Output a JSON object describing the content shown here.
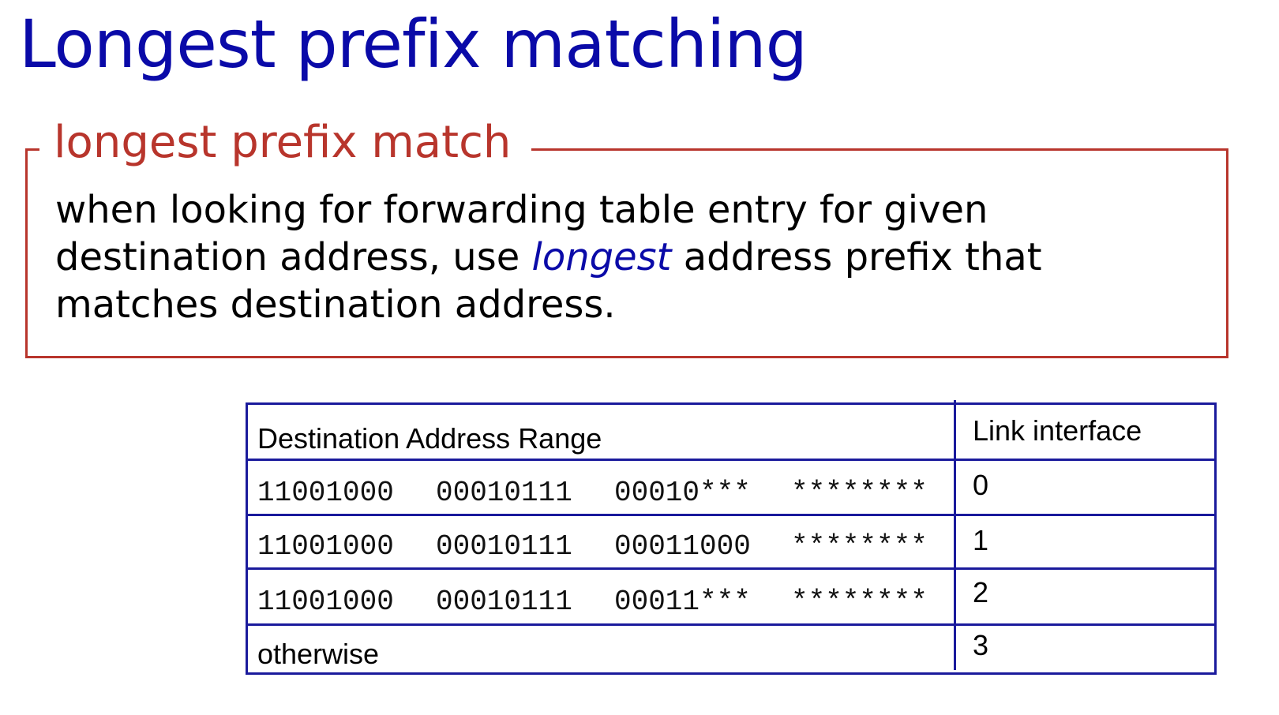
{
  "slide": {
    "title": "Longest prefix matching"
  },
  "definition": {
    "label": "longest prefix match",
    "text_before": "when looking for forwarding table entry for given destination address, use ",
    "emphasis": "longest",
    "text_after": " address prefix that matches destination address."
  },
  "table": {
    "header": {
      "range": "Destination Address Range",
      "interface": "Link interface"
    },
    "rows": [
      {
        "octets": [
          "11001000",
          "00010111",
          "00010***",
          "********"
        ],
        "interface": "0"
      },
      {
        "octets": [
          "11001000",
          "00010111",
          "00011000",
          "********"
        ],
        "interface": "1"
      },
      {
        "octets": [
          "11001000",
          "00010111",
          "00011***",
          "********"
        ],
        "interface": "2"
      }
    ],
    "otherwise": {
      "label": "otherwise",
      "interface": "3"
    }
  },
  "colors": {
    "title": "#0a0aa8",
    "definition_accent": "#b8352c",
    "table_border": "#1a1a9c"
  }
}
